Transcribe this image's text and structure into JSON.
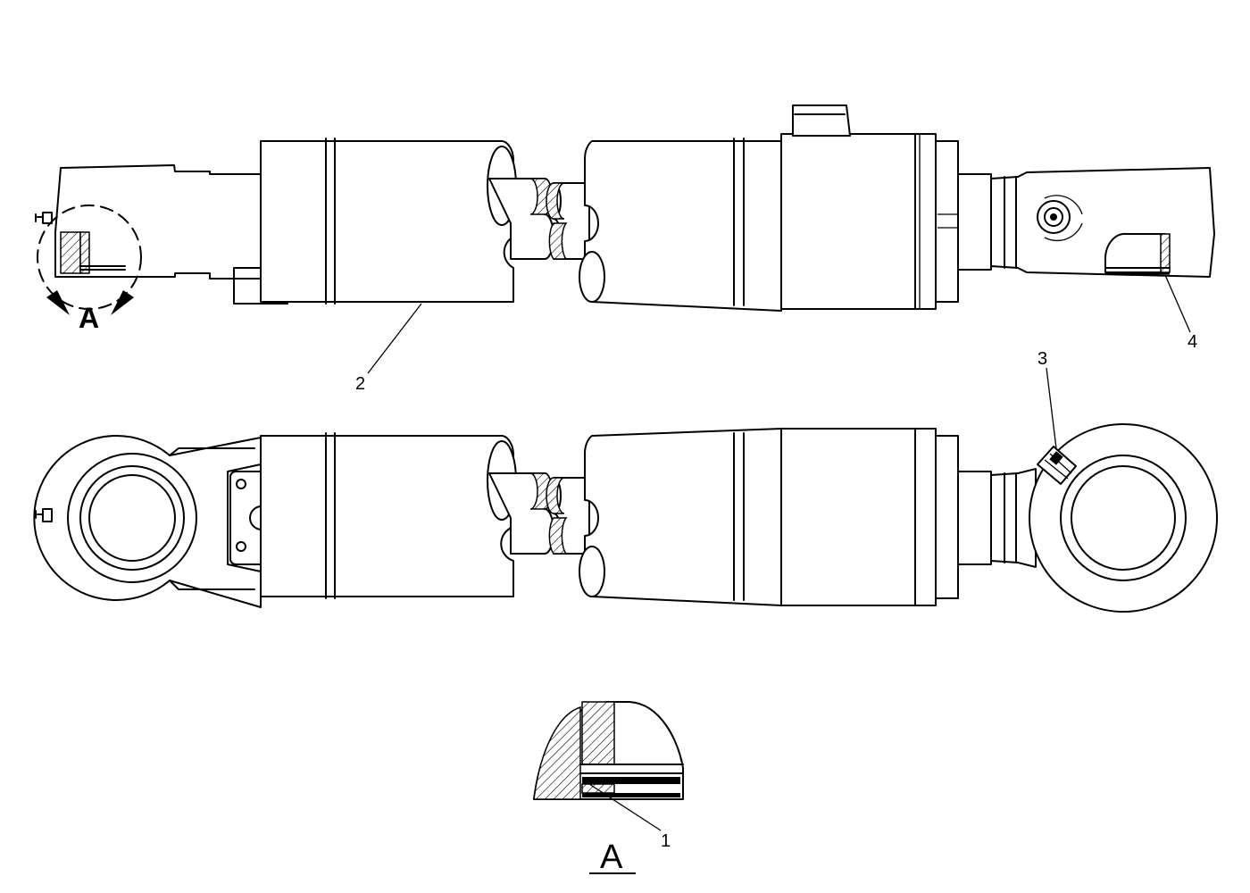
{
  "callouts": {
    "c1": "1",
    "c2": "2",
    "c3": "3",
    "c4": "4"
  },
  "detail_marker": "A",
  "detail_title": "A",
  "colors": {
    "line": "#000000",
    "background": "#ffffff"
  }
}
